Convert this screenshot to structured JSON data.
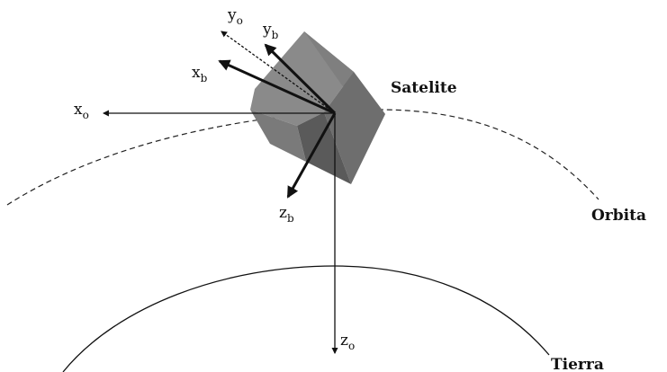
{
  "labels": {
    "satellite": "Satelite",
    "orbit": "Orbita",
    "earth": "Tierra"
  },
  "axes": {
    "xo": {
      "main": "x",
      "sub": "o"
    },
    "yo": {
      "main": "y",
      "sub": "o"
    },
    "zo": {
      "main": "z",
      "sub": "o"
    },
    "xb": {
      "main": "x",
      "sub": "b"
    },
    "yb": {
      "main": "y",
      "sub": "b"
    },
    "zb": {
      "main": "z",
      "sub": "b"
    }
  },
  "colors": {
    "ink": "#111111",
    "cube_light": "#8a8a8a",
    "cube_mid": "#6e6e6e",
    "cube_dark": "#5a5a5a"
  }
}
